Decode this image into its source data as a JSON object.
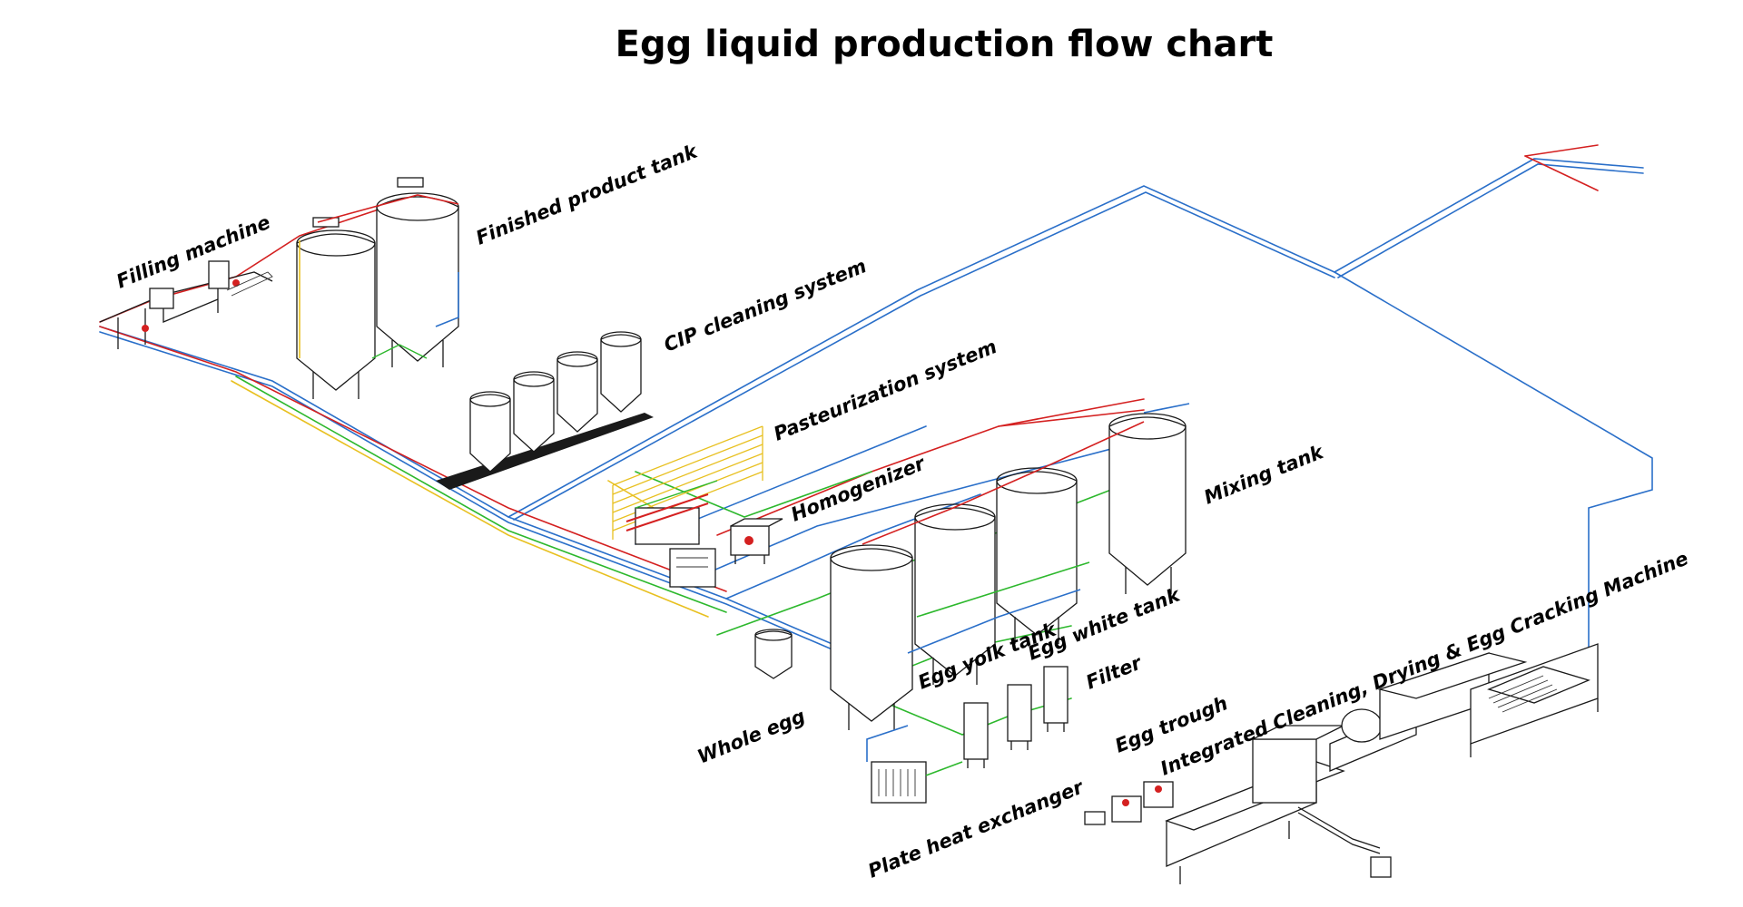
{
  "title": "Egg liquid production flow chart",
  "labels": {
    "filling_machine": "Filling machine",
    "finished_product_tank": "Finished product tank",
    "cip_cleaning_system": "CIP cleaning system",
    "pasteurization_system": "Pasteurization system",
    "homogenizer": "Homogenizer",
    "mixing_tank": "Mixing tank",
    "egg_white_tank": "Egg white tank",
    "egg_yolk_tank": "Egg yolk tank",
    "filter": "Filter",
    "egg_trough": "Egg trough",
    "integrated_machine": "Integrated Cleaning, Drying & Egg Cracking Machine",
    "whole_egg": "Whole egg",
    "plate_heat_exchanger": "Plate heat exchanger"
  },
  "colors": {
    "pipe_blue": "#2a6fc9",
    "pipe_red": "#d42020",
    "pipe_green": "#2db82d",
    "pipe_yellow": "#e8c020",
    "outline": "#1a1a1a"
  }
}
